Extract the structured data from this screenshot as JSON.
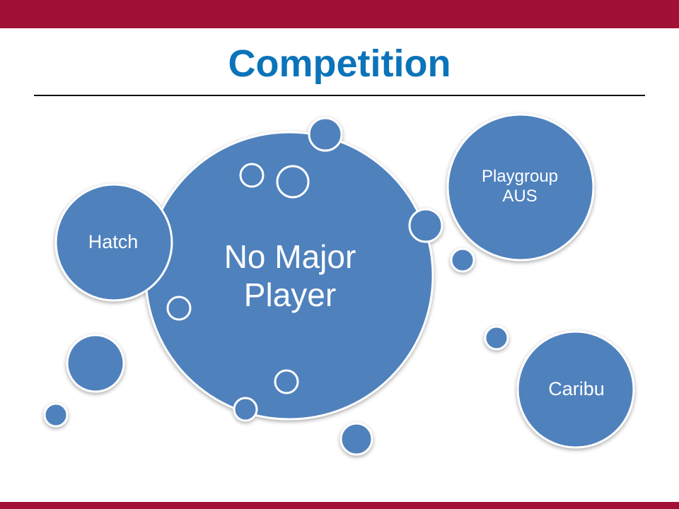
{
  "slide": {
    "title": "Competition",
    "colors": {
      "accent_bar": "#a11135",
      "title": "#0b73b9",
      "bubble_fill": "#4f81bd",
      "bubble_outline": "#ffffff",
      "label_text": "#ffffff"
    }
  },
  "bubbles": {
    "main": {
      "label": "No Major\nPlayer"
    },
    "hatch": {
      "label": "Hatch"
    },
    "playgroup": {
      "label": "Playgroup\nAUS"
    },
    "caribu": {
      "label": "Caribu"
    }
  }
}
